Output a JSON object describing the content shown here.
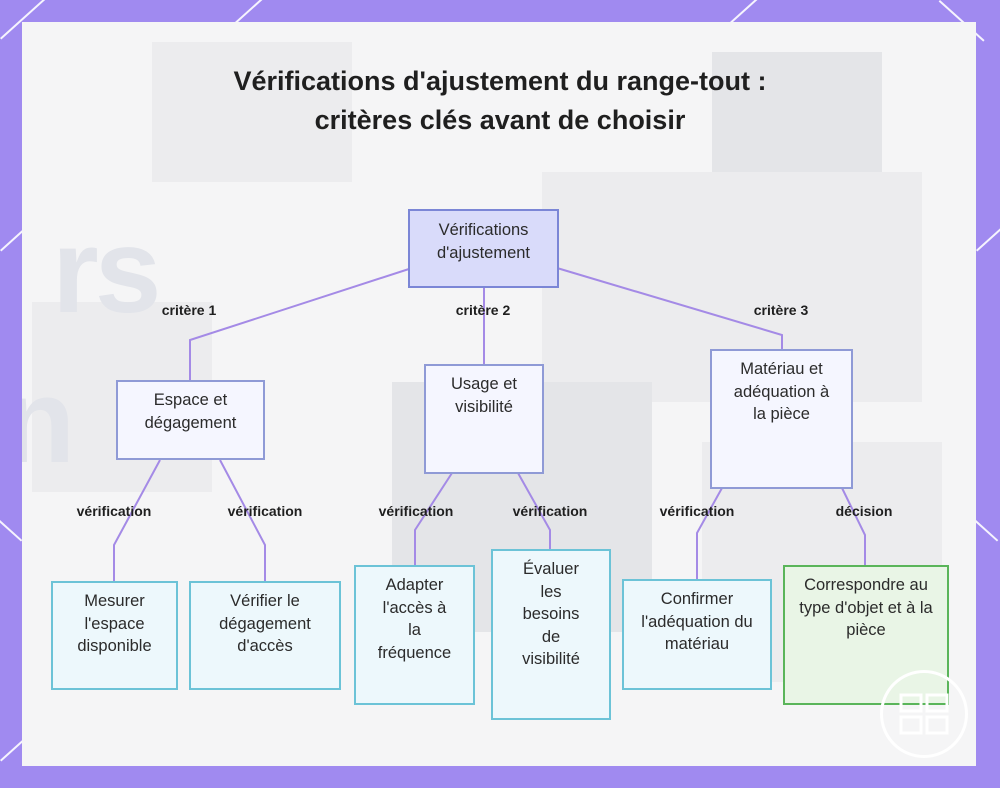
{
  "title": "Vérifications d'ajustement du range-tout : critères clés avant de choisir",
  "background_color": "#a08af0",
  "nodes": {
    "root": "Vérifications d'ajustement",
    "espace": "Espace et dégagement",
    "usage": "Usage et visibilité",
    "materiau": "Matériau et adéquation à la pièce",
    "mesurer": "Mesurer l'espace disponible",
    "verifier": "Vérifier le dégagement d'accès",
    "adapter": "Adapter l'accès à la fréquence",
    "evaluer": "Évaluer les besoins de visibilité",
    "confirmer": "Confirmer l'adéquation du matériau",
    "correspondre": "Correspondre au type d'objet et à la pièce"
  },
  "edge_labels": {
    "c1": "critère 1",
    "c2": "critère 2",
    "c3": "critère 3",
    "v1": "vérification",
    "v2": "vérification",
    "v3": "vérification",
    "v4": "vérification",
    "v5": "vérification",
    "d1": "décision"
  },
  "colors": {
    "edge": "#a48ae6",
    "root_fill": "#d9dbfa",
    "leaf_border": "#6cc3d7",
    "decision_border": "#5ab55a"
  },
  "icons": {
    "logo": "grid-logo-icon"
  }
}
